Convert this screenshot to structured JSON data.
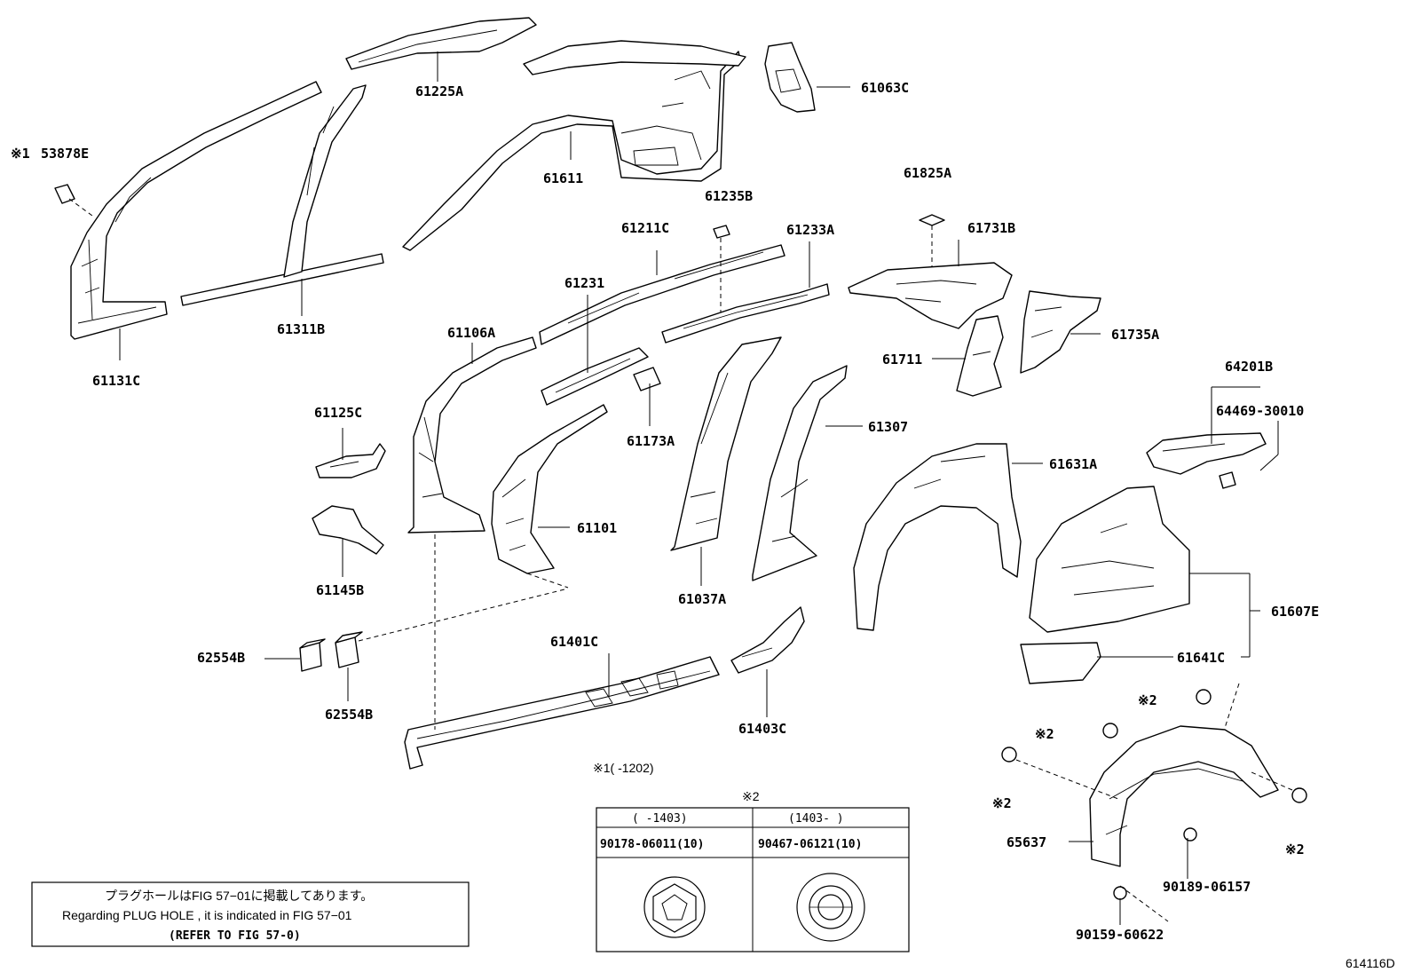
{
  "labels": {
    "l_53878E": "53878E",
    "l_53878E_mark": "※1",
    "l_61225A": "61225A",
    "l_61611": "61611",
    "l_61063C": "61063C",
    "l_61311B": "61311B",
    "l_61131C": "61131C",
    "l_61235B": "61235B",
    "l_61825A": "61825A",
    "l_61211C": "61211C",
    "l_61233A": "61233A",
    "l_61731B": "61731B",
    "l_61231": "61231",
    "l_61106A": "61106A",
    "l_61711": "61711",
    "l_61735A": "61735A",
    "l_64201B": "64201B",
    "l_64469": "64469-30010",
    "l_61125C": "61125C",
    "l_61173A": "61173A",
    "l_61307": "61307",
    "l_61631A": "61631A",
    "l_61101": "61101",
    "l_61145B": "61145B",
    "l_61037A": "61037A",
    "l_61607E": "61607E",
    "l_62554B_a": "62554B",
    "l_61401C": "61401C",
    "l_61641C": "61641C",
    "l_62554B_b": "62554B",
    "l_61403C": "61403C",
    "l_mark2_a": "※2",
    "l_mark2_b": "※2",
    "l_mark2_c": "※2",
    "l_mark2_d": "※2",
    "l_65637": "65637",
    "l_90189": "90189-06157",
    "l_90159": "90159-60622",
    "l_footnote1": "※1(      -1202)",
    "l_table_mark": "※2",
    "l_figure_id": "614116D"
  },
  "fastener_table": {
    "col1_range": "(     -1403)",
    "col2_range": "(1403-     )",
    "col1_part": "90178-06011(10)",
    "col2_part": "90467-06121(10)"
  },
  "notice": {
    "line1": "プラグホールはFIG 57−01に掲載してあります。",
    "line2": "Regarding  PLUG  HOLE , it is indicated in  FIG  57−01",
    "line3": "(REFER TO FIG 57-0)"
  }
}
